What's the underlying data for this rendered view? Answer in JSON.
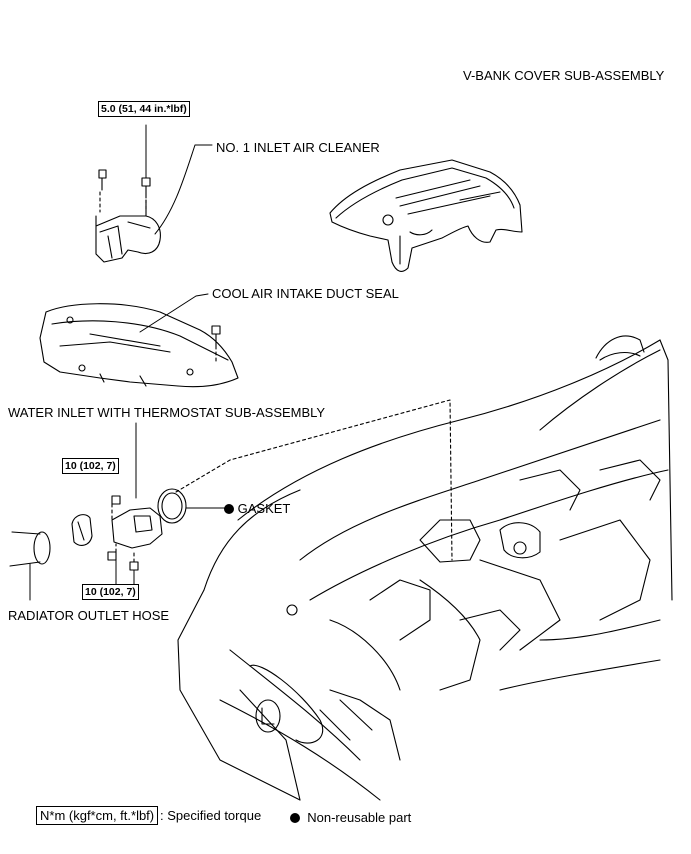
{
  "labels": {
    "v_bank_cover": "V-BANK COVER SUB-ASSEMBLY",
    "inlet_air_cleaner": "NO. 1 INLET AIR CLEANER",
    "cool_air_duct_seal": "COOL AIR INTAKE DUCT SEAL",
    "water_inlet": "WATER INLET WITH THERMOSTAT SUB-ASSEMBLY",
    "gasket": "GASKET",
    "radiator_hose": "RADIATOR OUTLET HOSE"
  },
  "torques": {
    "inlet_air_cleaner_bolt": "5.0 (51, 44 in.*lbf)",
    "water_inlet_upper": "10 (102, 7)",
    "water_inlet_lower": "10 (102, 7)"
  },
  "legend": {
    "torque_unit": "N*m (kgf*cm, ft.*lbf)",
    "torque_desc": ": Specified torque",
    "nonreusable_desc": "Non-reusable part"
  },
  "icons": {
    "nonreusable": "filled-circle-icon"
  }
}
